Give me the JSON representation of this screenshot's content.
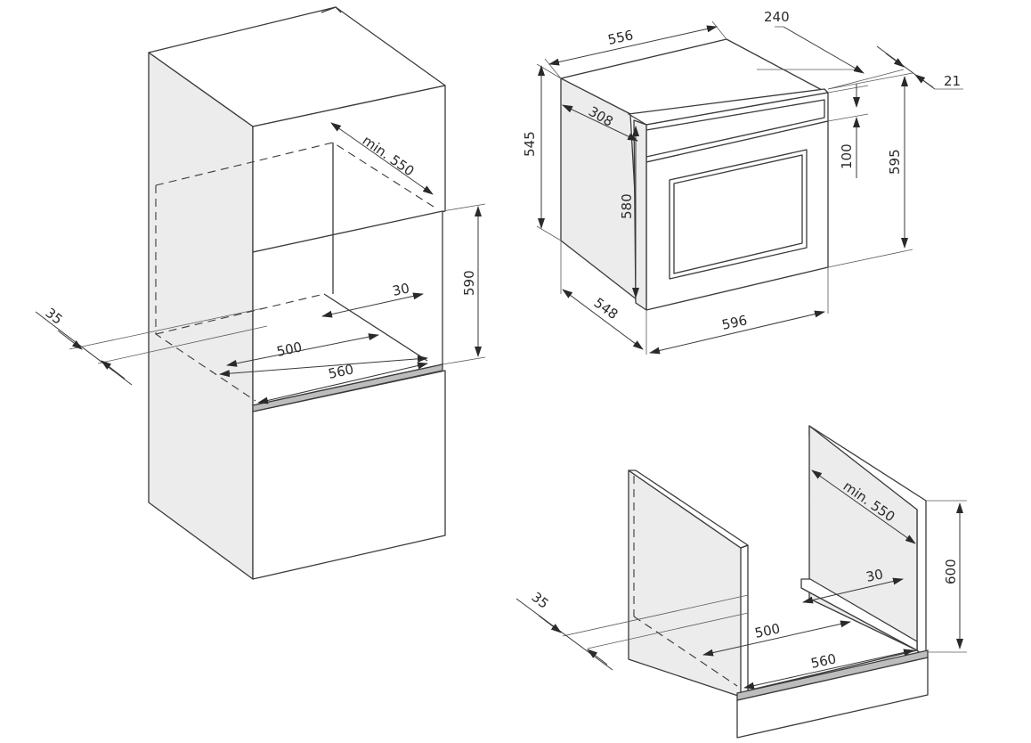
{
  "colors": {
    "line": "#3a3a3a",
    "background": "#ffffff"
  },
  "tall_cabinet": {
    "depth_min": "min. 550",
    "opening_height": "590",
    "rear_gap": "30",
    "inner_width_back": "500",
    "inner_width_front": "560",
    "front_offset": "35"
  },
  "oven": {
    "width_top": "556",
    "panel_depth": "240",
    "front_thickness": "21",
    "body_height": "545",
    "side_depth": "308",
    "front_height": "580",
    "panel_height": "100",
    "total_height": "595",
    "depth": "548",
    "width": "596"
  },
  "base_cabinet": {
    "depth_min": "min. 550",
    "opening_height": "600",
    "rear_gap": "30",
    "inner_width_back": "500",
    "inner_width_front": "560",
    "front_offset": "35"
  }
}
